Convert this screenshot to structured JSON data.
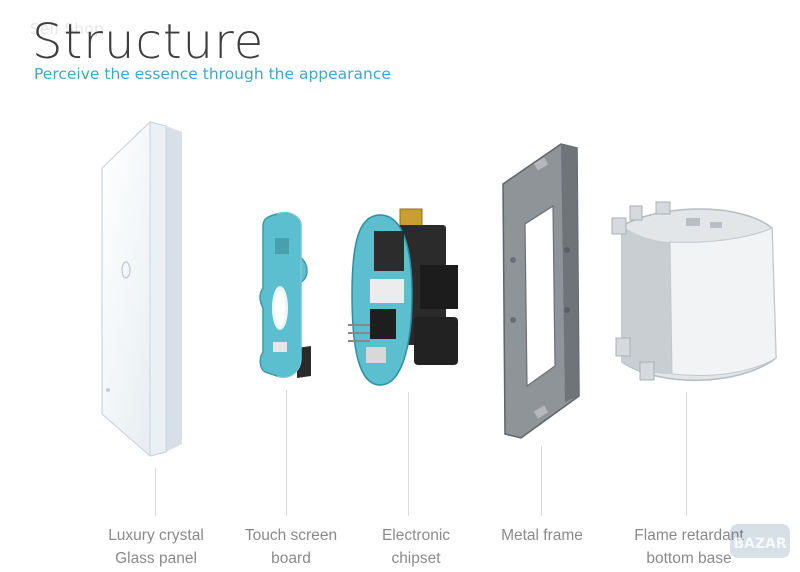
{
  "watermark_top": "Sell Shop",
  "title": "Structure",
  "subtitle": "Perceive the essence  through the appearance",
  "components": [
    {
      "line1": "Luxury crystal",
      "line2": "Glass panel"
    },
    {
      "line1": "Touch screen",
      "line2": "board"
    },
    {
      "line1": "Electronic",
      "line2": "chipset"
    },
    {
      "line1": "Metal frame",
      "line2": ""
    },
    {
      "line1": "Flame retardant",
      "line2": "bottom base"
    }
  ],
  "watermark_corner": "BAZAR",
  "colors": {
    "accent": "#3fa7c8",
    "title": "#3d3d3d",
    "label": "#8a8a8a",
    "board_teal": "#5bbfcf",
    "frame_grey": "#8f9499",
    "base_grey": "#dcdfe2"
  }
}
